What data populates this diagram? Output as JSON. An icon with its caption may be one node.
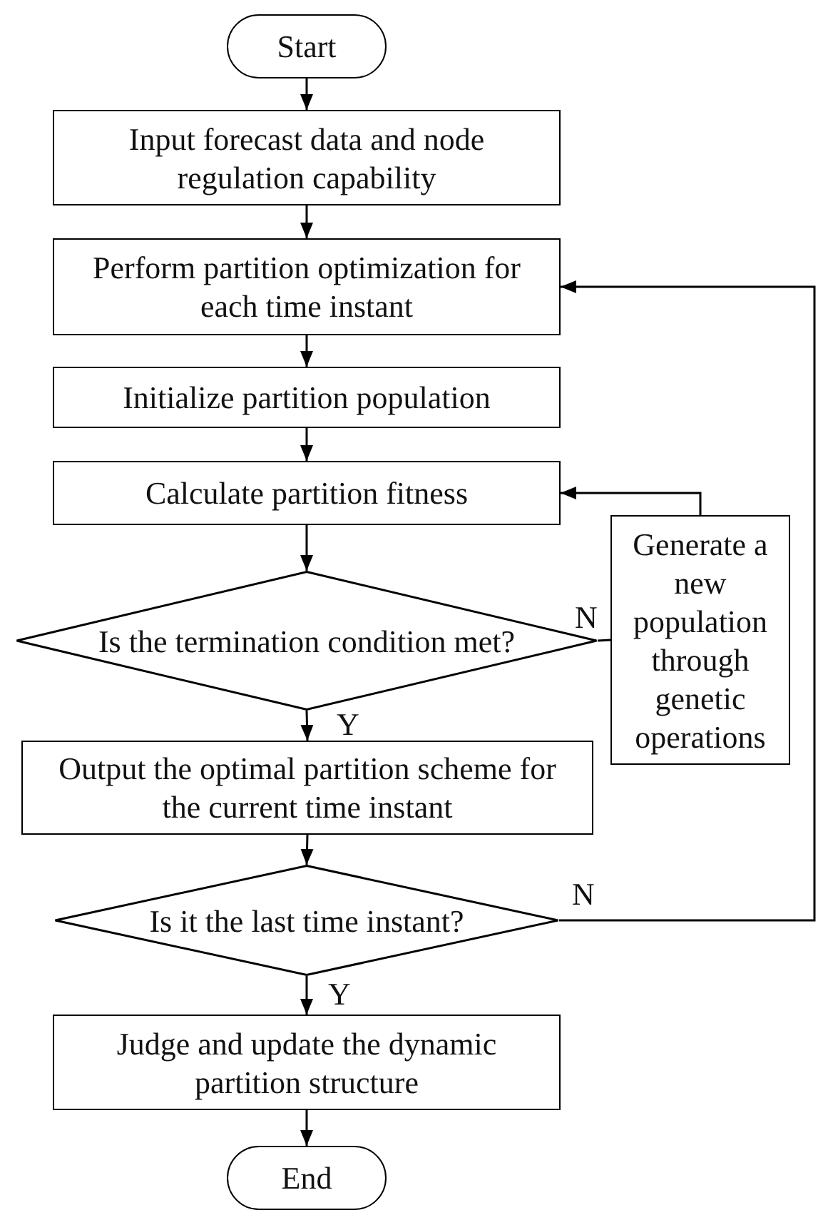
{
  "diagram": {
    "nodes": [
      {
        "text": [
          "Start"
        ]
      },
      {
        "text": [
          "Input forecast data and node regulation capability"
        ]
      },
      {
        "text": [
          "Perform partition optimization for each time instant"
        ]
      },
      {
        "text": [
          "Initialize partition population"
        ]
      },
      {
        "text": [
          "Calculate partition fitness"
        ]
      },
      {
        "text": [
          "Is the termination condition met?"
        ]
      },
      {
        "text": [
          "Generate a new population through genetic operations"
        ]
      },
      {
        "text": [
          "Output the optimal partition scheme for the current time instant"
        ]
      },
      {
        "text": [
          "Is it the last time instant?"
        ]
      },
      {
        "text": [
          "Judge and update the dynamic partition structure"
        ]
      },
      {
        "text": [
          "End"
        ]
      }
    ],
    "edges": [
      {
        "from": 0,
        "to": 1,
        "arrow": "to"
      },
      {
        "from": 1,
        "to": 2,
        "arrow": "to"
      },
      {
        "from": 2,
        "to": 3,
        "arrow": "to"
      },
      {
        "from": 3,
        "to": 4,
        "arrow": "to"
      },
      {
        "from": 4,
        "to": 5,
        "arrow": "to"
      },
      {
        "from": 5,
        "to": 6,
        "arrow": "none",
        "label": "N"
      },
      {
        "from": 6,
        "to": 4,
        "arrow": "to"
      },
      {
        "from": 5,
        "to": 7,
        "arrow": "to",
        "label": "Y"
      },
      {
        "from": 7,
        "to": 8,
        "arrow": "to"
      },
      {
        "from": 8,
        "to": 2,
        "arrow": "to",
        "label": "N"
      },
      {
        "from": 8,
        "to": 9,
        "arrow": "to",
        "label": "Y"
      },
      {
        "from": 9,
        "to": 10,
        "arrow": "to"
      }
    ]
  }
}
